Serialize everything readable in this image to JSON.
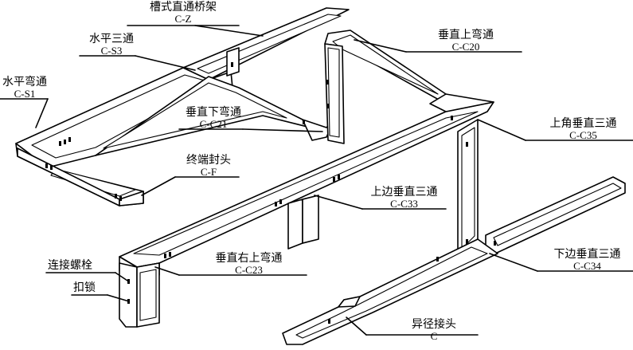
{
  "components": [
    {
      "id": "trough-straight",
      "name": "槽式直通桥架",
      "code": "C-Z"
    },
    {
      "id": "horizontal-tee",
      "name": "水平三通",
      "code": "C-S3"
    },
    {
      "id": "horizontal-elbow",
      "name": "水平弯通",
      "code": "C-S1"
    },
    {
      "id": "vertical-down-elbow",
      "name": "垂直下弯通",
      "code": "C-C21"
    },
    {
      "id": "vertical-up-elbow",
      "name": "垂直上弯通",
      "code": "C-C20"
    },
    {
      "id": "upper-corner-vertical-tee",
      "name": "上角垂直三通",
      "code": "C-C35"
    },
    {
      "id": "end-cap",
      "name": "终端封头",
      "code": "C-F"
    },
    {
      "id": "upper-side-vertical-tee",
      "name": "上边垂直三通",
      "code": "C-C33"
    },
    {
      "id": "vertical-right-up-elbow",
      "name": "垂直右上弯通",
      "code": "C-C23"
    },
    {
      "id": "lower-side-vertical-tee",
      "name": "下边垂直三通",
      "code": "C-C34"
    },
    {
      "id": "reducer",
      "name": "异径接头",
      "code": "C"
    }
  ],
  "fasteners": [
    {
      "id": "connecting-bolt",
      "name": "连接螺栓"
    },
    {
      "id": "buckle-lock",
      "name": "扣锁"
    }
  ]
}
